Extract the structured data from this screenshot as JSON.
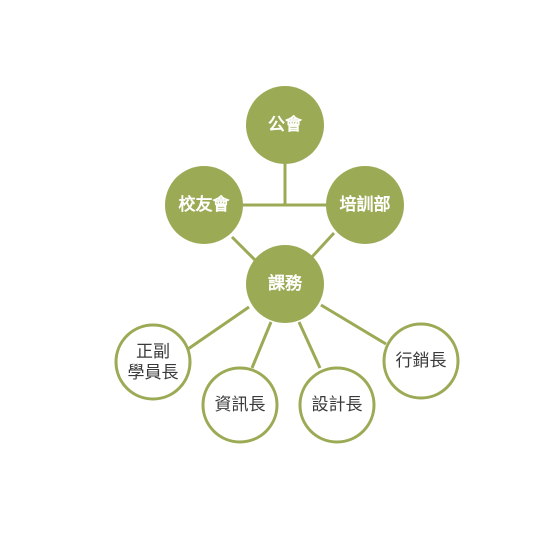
{
  "colors": {
    "fill": "#9BAB55",
    "stroke": "#9BAB55",
    "outline_bg": "#ffffff",
    "outline_text": "#3a3a3a",
    "filled_text": "#ffffff"
  },
  "nodes": {
    "guild": {
      "label": "公會"
    },
    "alumni": {
      "label": "校友會"
    },
    "training": {
      "label": "培訓部"
    },
    "curriculum": {
      "label": "課務"
    },
    "deputy_leader": {
      "label_line1": "正副",
      "label_line2": "學員長"
    },
    "information": {
      "label": "資訊長"
    },
    "design": {
      "label": "設計長"
    },
    "marketing": {
      "label": "行銷長"
    }
  }
}
